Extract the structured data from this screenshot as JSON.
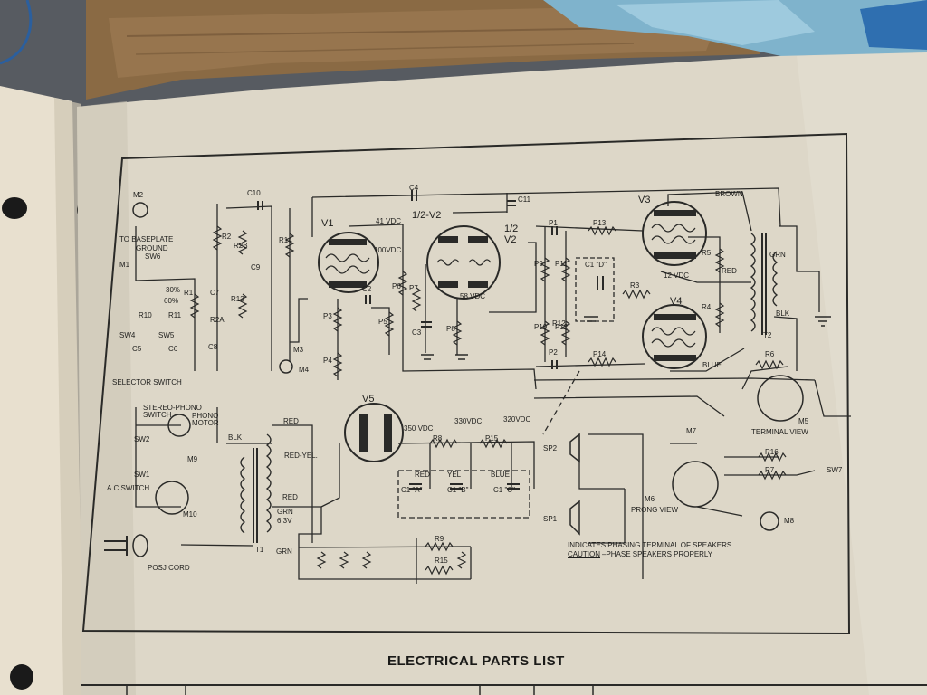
{
  "document": {
    "parts_list_title": "ELECTRICAL PARTS LIST"
  },
  "schematic": {
    "tubes": {
      "v1": "V1",
      "v2_half_a": "1/2-V2",
      "v2_half_b": "1/2\nV2",
      "v3": "V3",
      "v4": "V4",
      "v5": "V5"
    },
    "voltages": [
      "41 VDC",
      "100VDC",
      "58 VDC",
      "12 VDC",
      "350 VDC",
      "330VDC",
      "320VDC"
    ],
    "wire_colors": [
      "BROWN",
      "GRN",
      "RED",
      "BLK",
      "BLUE",
      "RED",
      "BLK",
      "RED-YEL.",
      "RED",
      "GRN",
      "6.3V",
      "GRN",
      "RED",
      "YEL",
      "BLUE"
    ],
    "captions": {
      "to_baseplate": "TO BASEPLATE",
      "ground": "GROUND",
      "selector_switch": "SELECTOR SWITCH",
      "stereo_phono_switch": "STEREO-PHONO SWITCH",
      "phono_motor": "PHONO MOTOR",
      "ac_switch": "A.C.SWITCH",
      "posj_cord": "POSJ CORD",
      "terminal_view": "TERMINAL VIEW",
      "prong_view": "PRONG VIEW",
      "phasing_note": "INDICATES PHASING TERMINAL OF SPEAKERS",
      "caution_word": "CAUTION",
      "caution_text": "–PHASE SPEAKERS PROPERLY",
      "pct_30": "30%",
      "pct_60": "60%"
    },
    "components": [
      "M2",
      "SW6",
      "M1",
      "SW4",
      "SW5",
      "SW2",
      "SW1",
      "M9",
      "M10",
      "T1",
      "M3",
      "M4",
      "C10",
      "C9",
      "C7",
      "C8",
      "C6",
      "C5",
      "C4",
      "C11",
      "C2",
      "C3",
      "R1",
      "R2",
      "R2A",
      "R2B",
      "R3",
      "R4",
      "R5",
      "R6",
      "R7",
      "R8",
      "R9",
      "R10",
      "R11",
      "R12",
      "R13",
      "R14",
      "R15",
      "R16",
      "P1",
      "P2",
      "P3",
      "P4",
      "P5",
      "P6",
      "P7",
      "P8",
      "P9",
      "P10",
      "P11",
      "P12",
      "P13",
      "P14",
      "P15",
      "T2",
      "M5",
      "M6",
      "M7",
      "M8",
      "SW7",
      "SP1",
      "SP2",
      "C1 \"A\"",
      "C1 \"B\"",
      "C1 \"C\"",
      "C1 \"D\""
    ]
  }
}
